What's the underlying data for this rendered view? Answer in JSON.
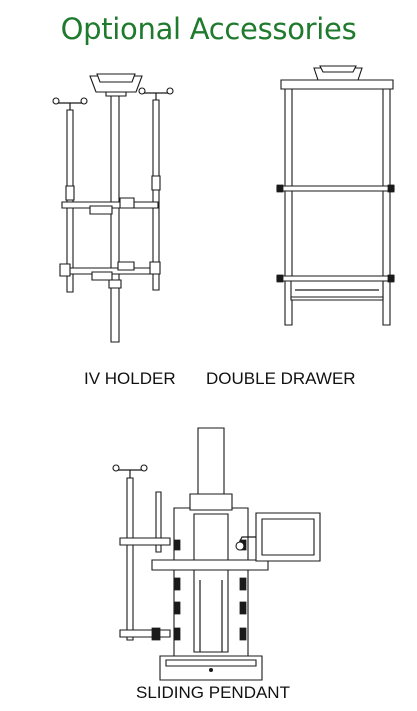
{
  "page": {
    "title": "Optional Accessories",
    "accent_color": "#1f7a2e"
  },
  "accessories": [
    {
      "label": "IV HOLDER"
    },
    {
      "label": "DOUBLE DRAWER"
    },
    {
      "label": "SLIDING PENDANT"
    }
  ]
}
